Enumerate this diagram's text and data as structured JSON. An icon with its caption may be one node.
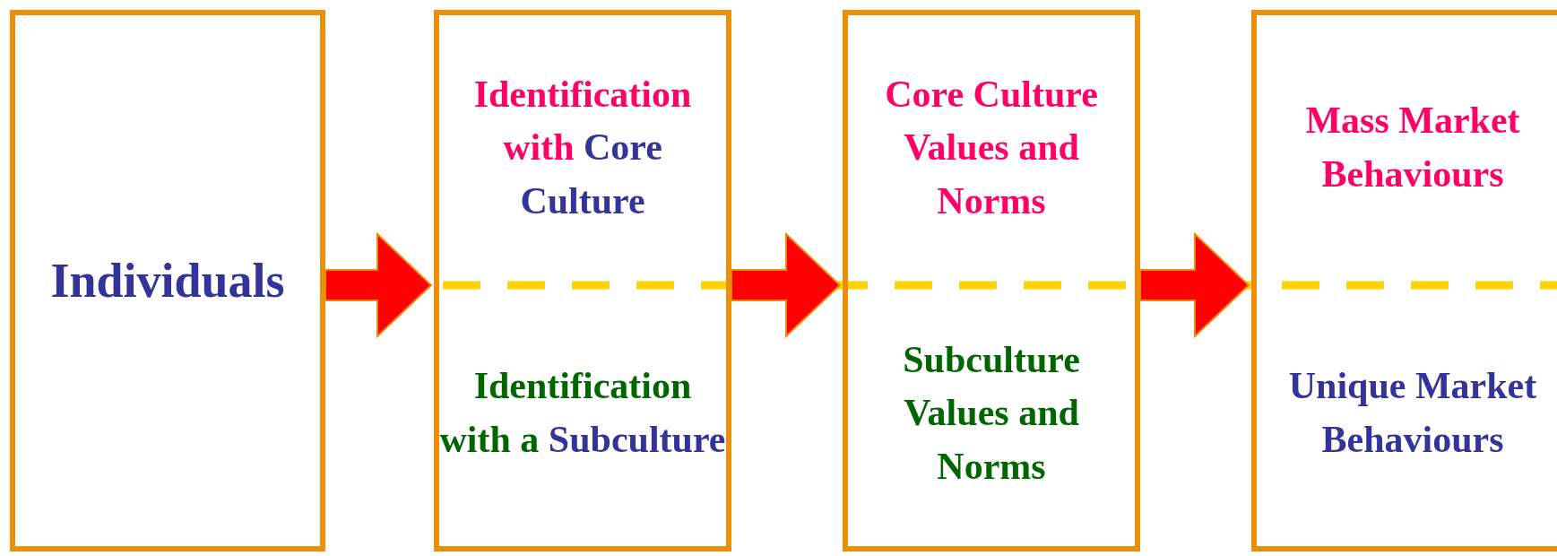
{
  "diagram": {
    "nodes": [
      {
        "text": [
          "Individuals"
        ]
      },
      {
        "text": [
          "Identification with *Core Culture*",
          "Identification with a *Subculture*"
        ]
      },
      {
        "text": [
          "Core Culture Values and Norms",
          "Subculture Values and Norms"
        ]
      },
      {
        "text": [
          "Mass Market Behaviours",
          "Unique Market Behaviours"
        ]
      }
    ],
    "edges": [
      {
        "from": 0,
        "to": 1,
        "arrow": "to"
      },
      {
        "from": 1,
        "to": 2,
        "arrow": "to"
      },
      {
        "from": 2,
        "to": 3,
        "arrow": "to"
      }
    ]
  }
}
